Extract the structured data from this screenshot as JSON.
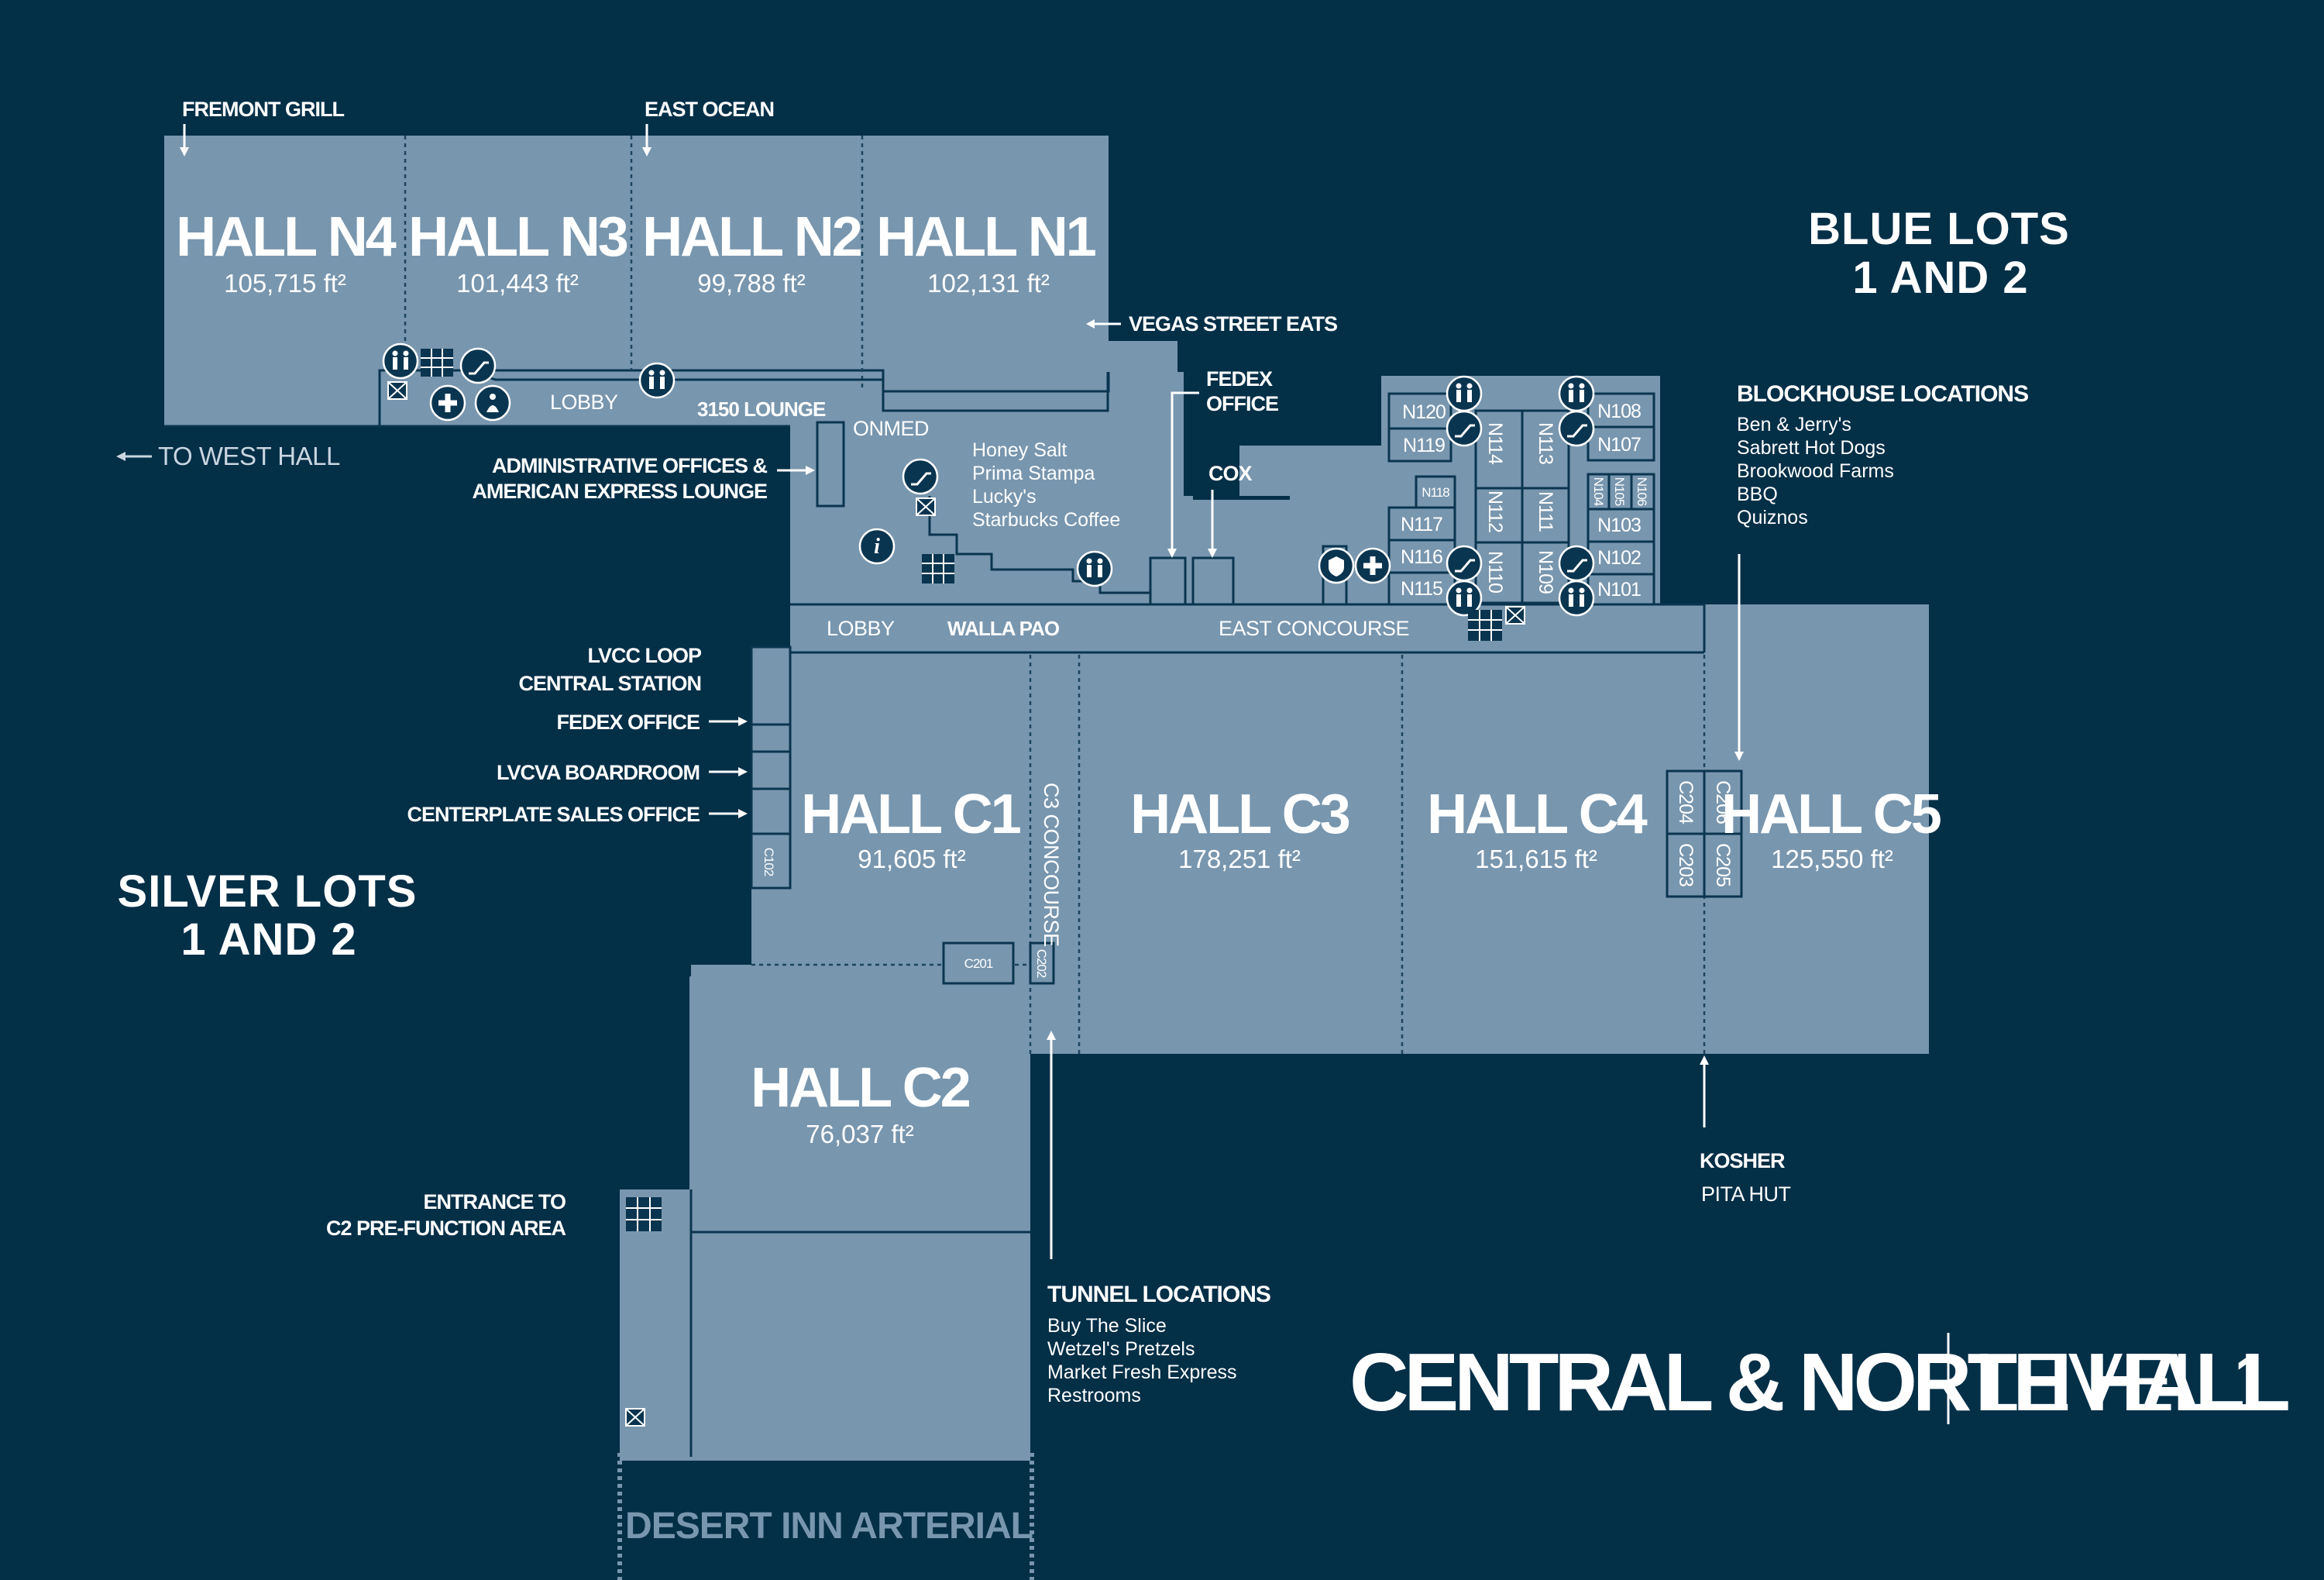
{
  "title": {
    "main": "CENTRAL & NORTH HALL",
    "level": "LEVEL 1"
  },
  "halls": [
    {
      "id": "n4",
      "name": "HALL N4",
      "area": "105,715 ft²"
    },
    {
      "id": "n3",
      "name": "HALL N3",
      "area": "101,443 ft²"
    },
    {
      "id": "n2",
      "name": "HALL N2",
      "area": "99,788 ft²"
    },
    {
      "id": "n1",
      "name": "HALL N1",
      "area": "102,131 ft²"
    },
    {
      "id": "c1",
      "name": "HALL C1",
      "area": "91,605 ft²"
    },
    {
      "id": "c2",
      "name": "HALL C2",
      "area": "76,037 ft²"
    },
    {
      "id": "c3",
      "name": "HALL C3",
      "area": "178,251 ft²"
    },
    {
      "id": "c4",
      "name": "HALL C4",
      "area": "151,615 ft²"
    },
    {
      "id": "c5",
      "name": "HALL C5",
      "area": "125,550 ft²"
    }
  ],
  "lots": {
    "blue": [
      "BLUE LOTS",
      "1 AND 2"
    ],
    "silver": [
      "SILVER LOTS",
      "1 AND 2"
    ]
  },
  "road": "DESERT INN ARTERIAL",
  "callouts": {
    "fremont": "FREMONT GRILL",
    "east_ocean": "EAST OCEAN",
    "vegas_street_eats": "VEGAS STREET EATS",
    "fedex_office_top": [
      "FEDEX",
      "OFFICE"
    ],
    "cox": "COX",
    "to_west_hall": "TO  WEST HALL",
    "admin": [
      "ADMINISTRATIVE OFFICES &",
      "AMERICAN EXPRESS LOUNGE"
    ],
    "loop": [
      "LVCC LOOP",
      "CENTRAL STATION"
    ],
    "fedex_office": "FEDEX OFFICE",
    "lvcva": "LVCVA BOARDROOM",
    "centerplate": "CENTERPLATE SALES OFFICE",
    "entrance_c2": [
      "ENTRANCE TO",
      "C2 PRE-FUNCTION AREA"
    ],
    "kosher": "KOSHER",
    "pita_hut": "PITA HUT"
  },
  "blockhouse": {
    "heading": "BLOCKHOUSE LOCATIONS",
    "items": [
      "Ben & Jerry's",
      "Sabrett Hot Dogs",
      "Brookwood Farms",
      "BBQ",
      "Quiznos"
    ]
  },
  "tunnel": {
    "heading": "TUNNEL LOCATIONS",
    "items": [
      "Buy The Slice",
      "Wetzel's Pretzels",
      "Market Fresh Express",
      "Restrooms"
    ]
  },
  "lobby_food": [
    "Honey Salt",
    "Prima Stampa",
    "Lucky's",
    "Starbucks Coffee"
  ],
  "inmap_labels": {
    "lobby_north": "LOBBY",
    "lounge_3150": "3150 LOUNGE",
    "onmed": "ONMED",
    "lobby_central": "LOBBY",
    "walla_pao": "WALLA PAO",
    "east_concourse": "EAST CONCOURSE",
    "c3_concourse": "C3 CONCOURSE"
  },
  "rooms": {
    "n120": "N120",
    "n119": "N119",
    "n118": "N118",
    "n117": "N117",
    "n116": "N116",
    "n115": "N115",
    "n114": "N114",
    "n113": "N113",
    "n112": "N112",
    "n111": "N111",
    "n110": "N110",
    "n109": "N109",
    "n108": "N108",
    "n107": "N107",
    "n106": "N106",
    "n105": "N105",
    "n104": "N104",
    "n103": "N103",
    "n102": "N102",
    "n101": "N101",
    "c102": "C102",
    "c201": "C201",
    "c202": "C202",
    "c203": "C203",
    "c204": "C204",
    "c205": "C205",
    "c206": "C206"
  },
  "colors": {
    "background": "#032f47",
    "hall": "#7896ae",
    "line": "#0a3550",
    "text": "#ffffff"
  }
}
